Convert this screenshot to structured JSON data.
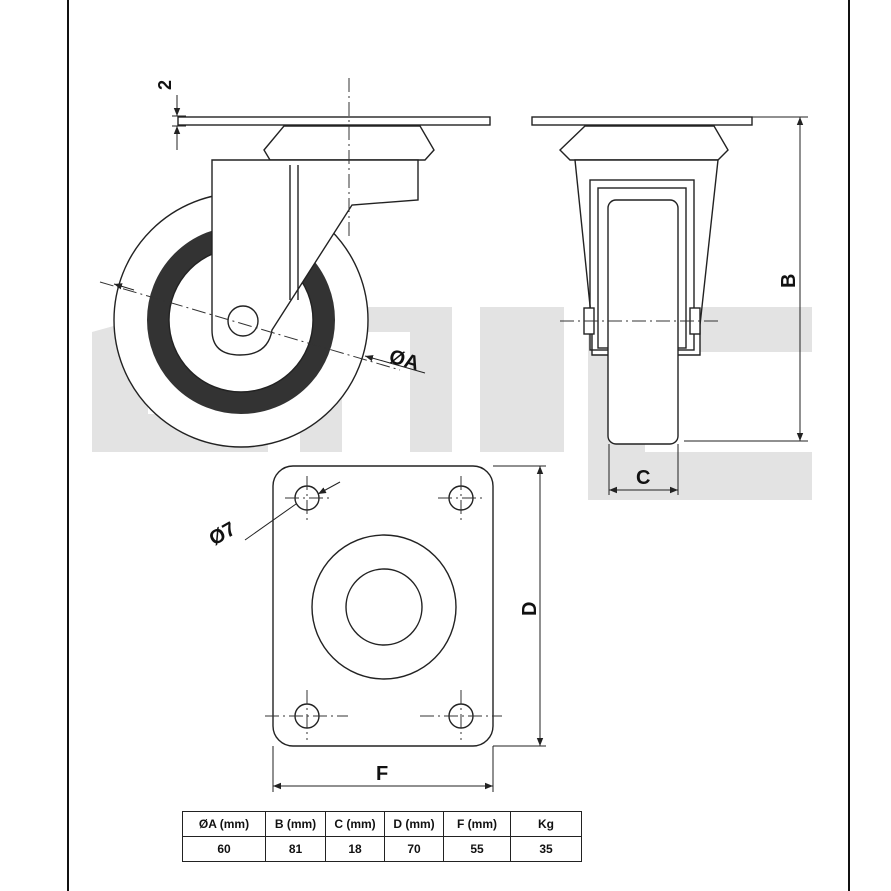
{
  "watermark": "aaic",
  "labels": {
    "top_plate_thickness": "2",
    "wheel_diameter": "ØA",
    "height": "B",
    "wheel_width": "C",
    "plate_length": "D",
    "plate_width": "F",
    "hole_diameter": "Ø7"
  },
  "table": {
    "headers": [
      "ØA (mm)",
      "B (mm)",
      "C (mm)",
      "D (mm)",
      "F (mm)",
      "Kg"
    ],
    "values": [
      "60",
      "81",
      "18",
      "70",
      "55",
      "35"
    ]
  }
}
